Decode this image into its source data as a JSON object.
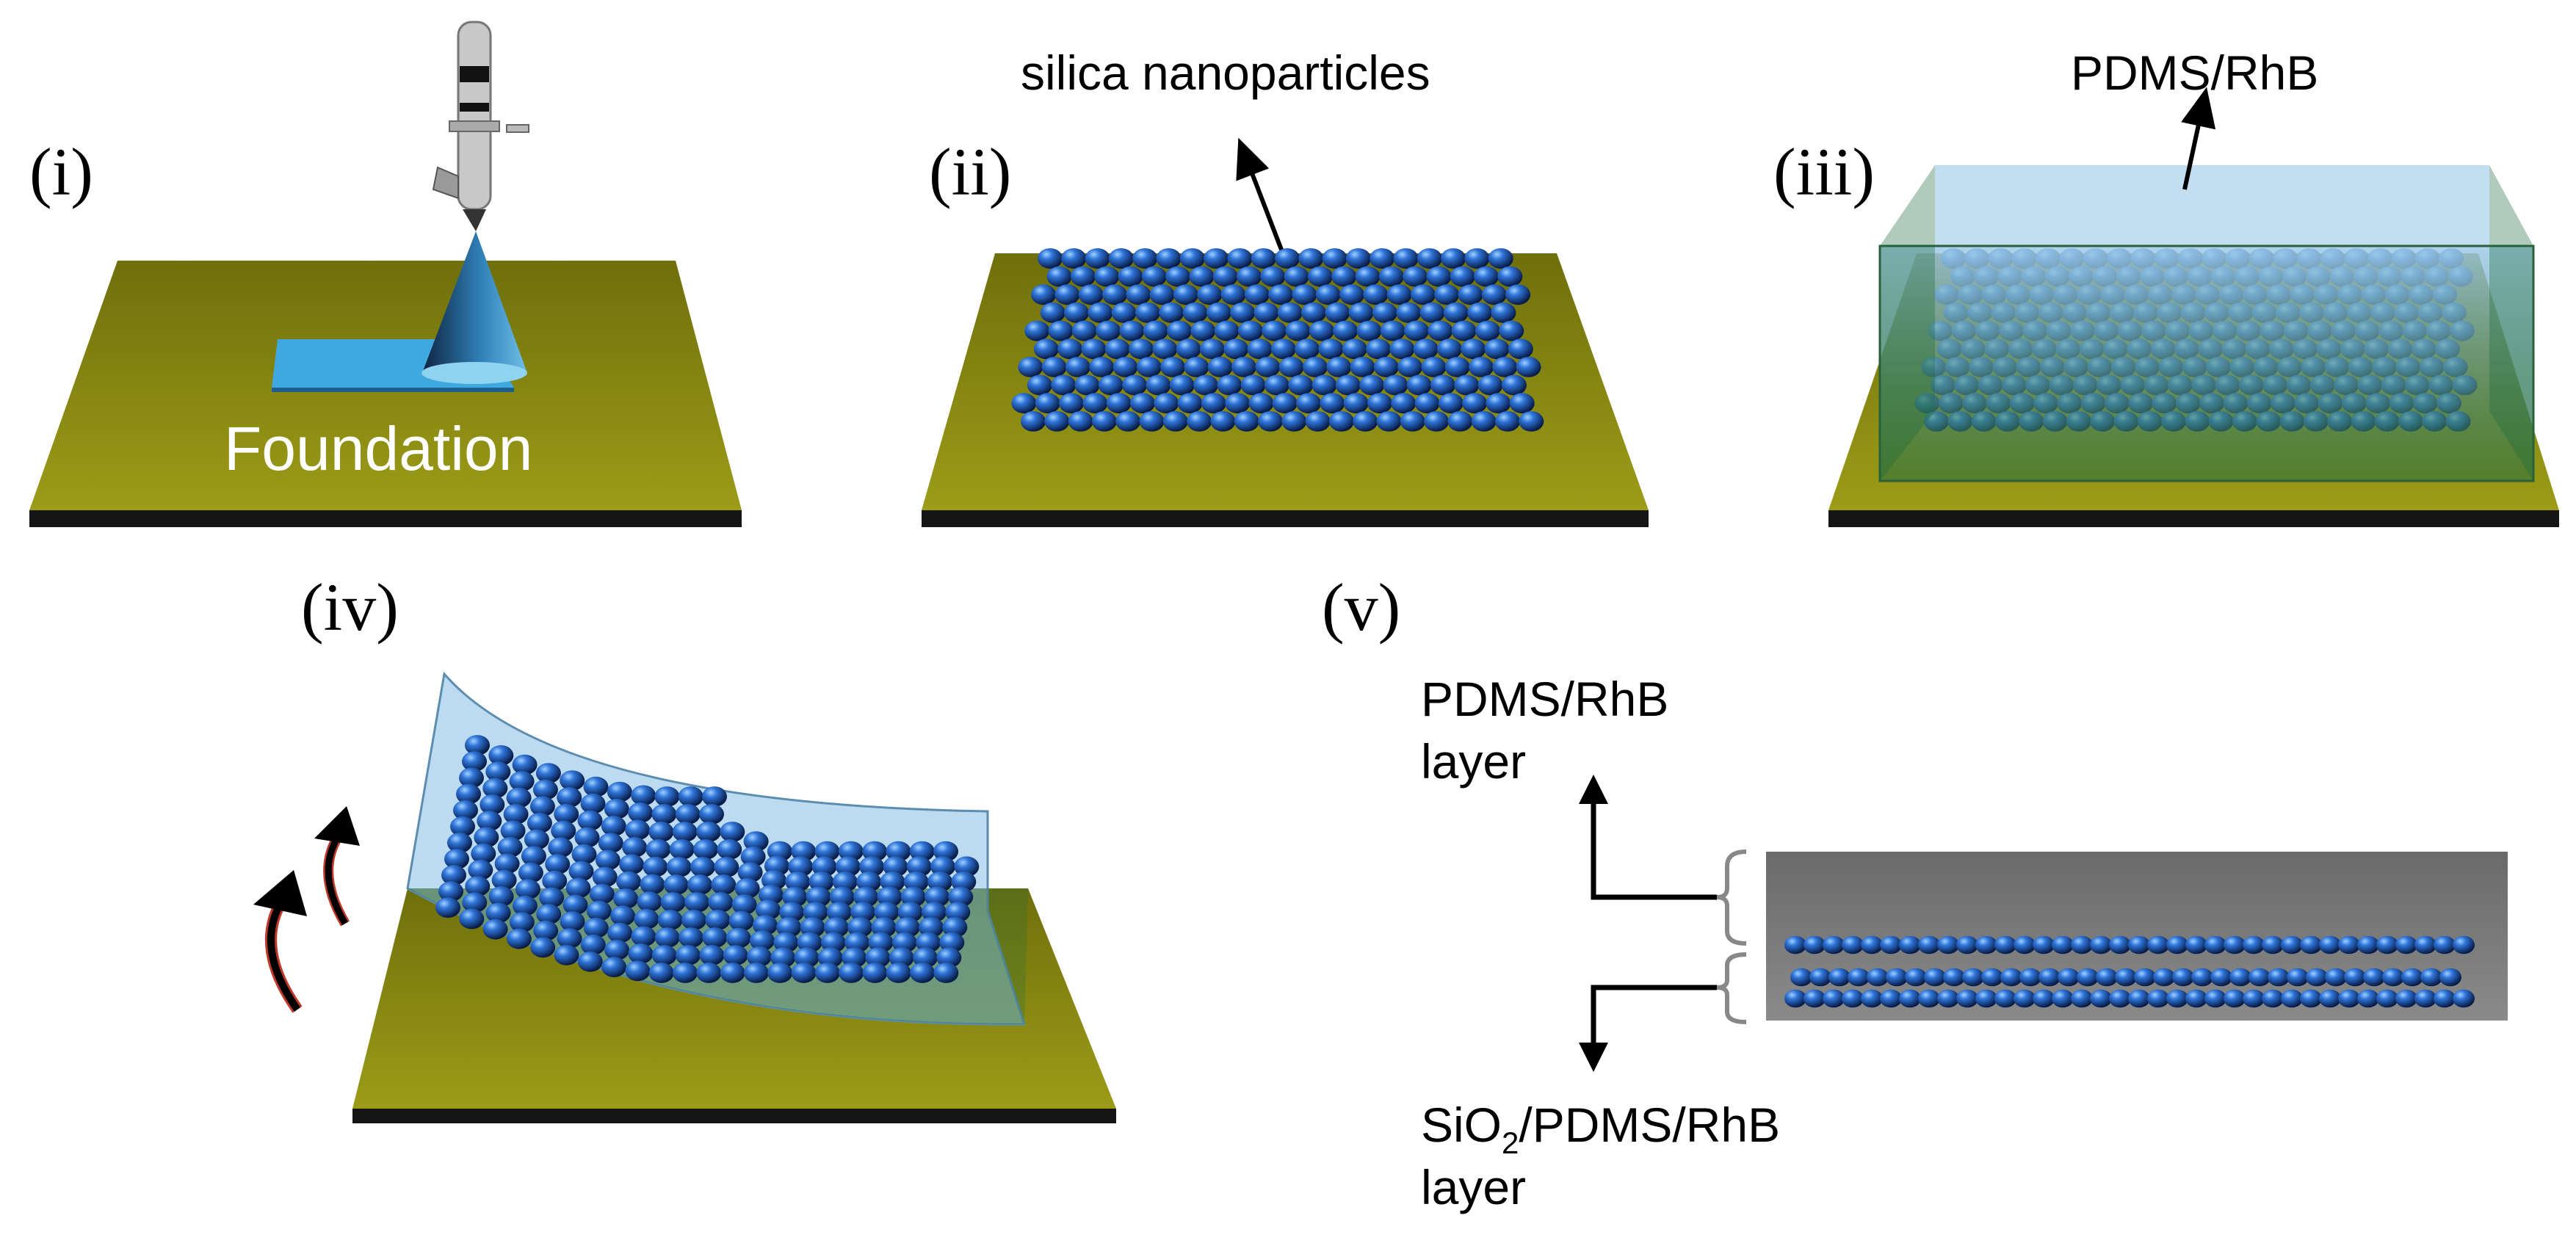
{
  "panels": {
    "i": {
      "label": "(i)",
      "caption": "Foundation"
    },
    "ii": {
      "label": "(ii)",
      "annotation": "silica nanoparticles"
    },
    "iii": {
      "label": "(iii)",
      "annotation": "PDMS/RhB"
    },
    "iv": {
      "label": "(iv)"
    },
    "v": {
      "label": "(v)",
      "top_layer": {
        "line1": "PDMS/RhB",
        "line2": "layer"
      },
      "bottom_layer": {
        "line1_pre": "SiO",
        "line1_sub": "2",
        "line1_post": "/PDMS/RhB",
        "line2": "layer"
      }
    }
  },
  "colors": {
    "substrate": "#8a8a12",
    "substrate_edge": "#141414",
    "particle": "#2f74d8",
    "particle_dark": "#0b2a6b",
    "pdms": "#8fc3e6",
    "pdms_green": "#1e6b3c",
    "cross_section": "#787878",
    "arrow_red": "#c0392b"
  }
}
